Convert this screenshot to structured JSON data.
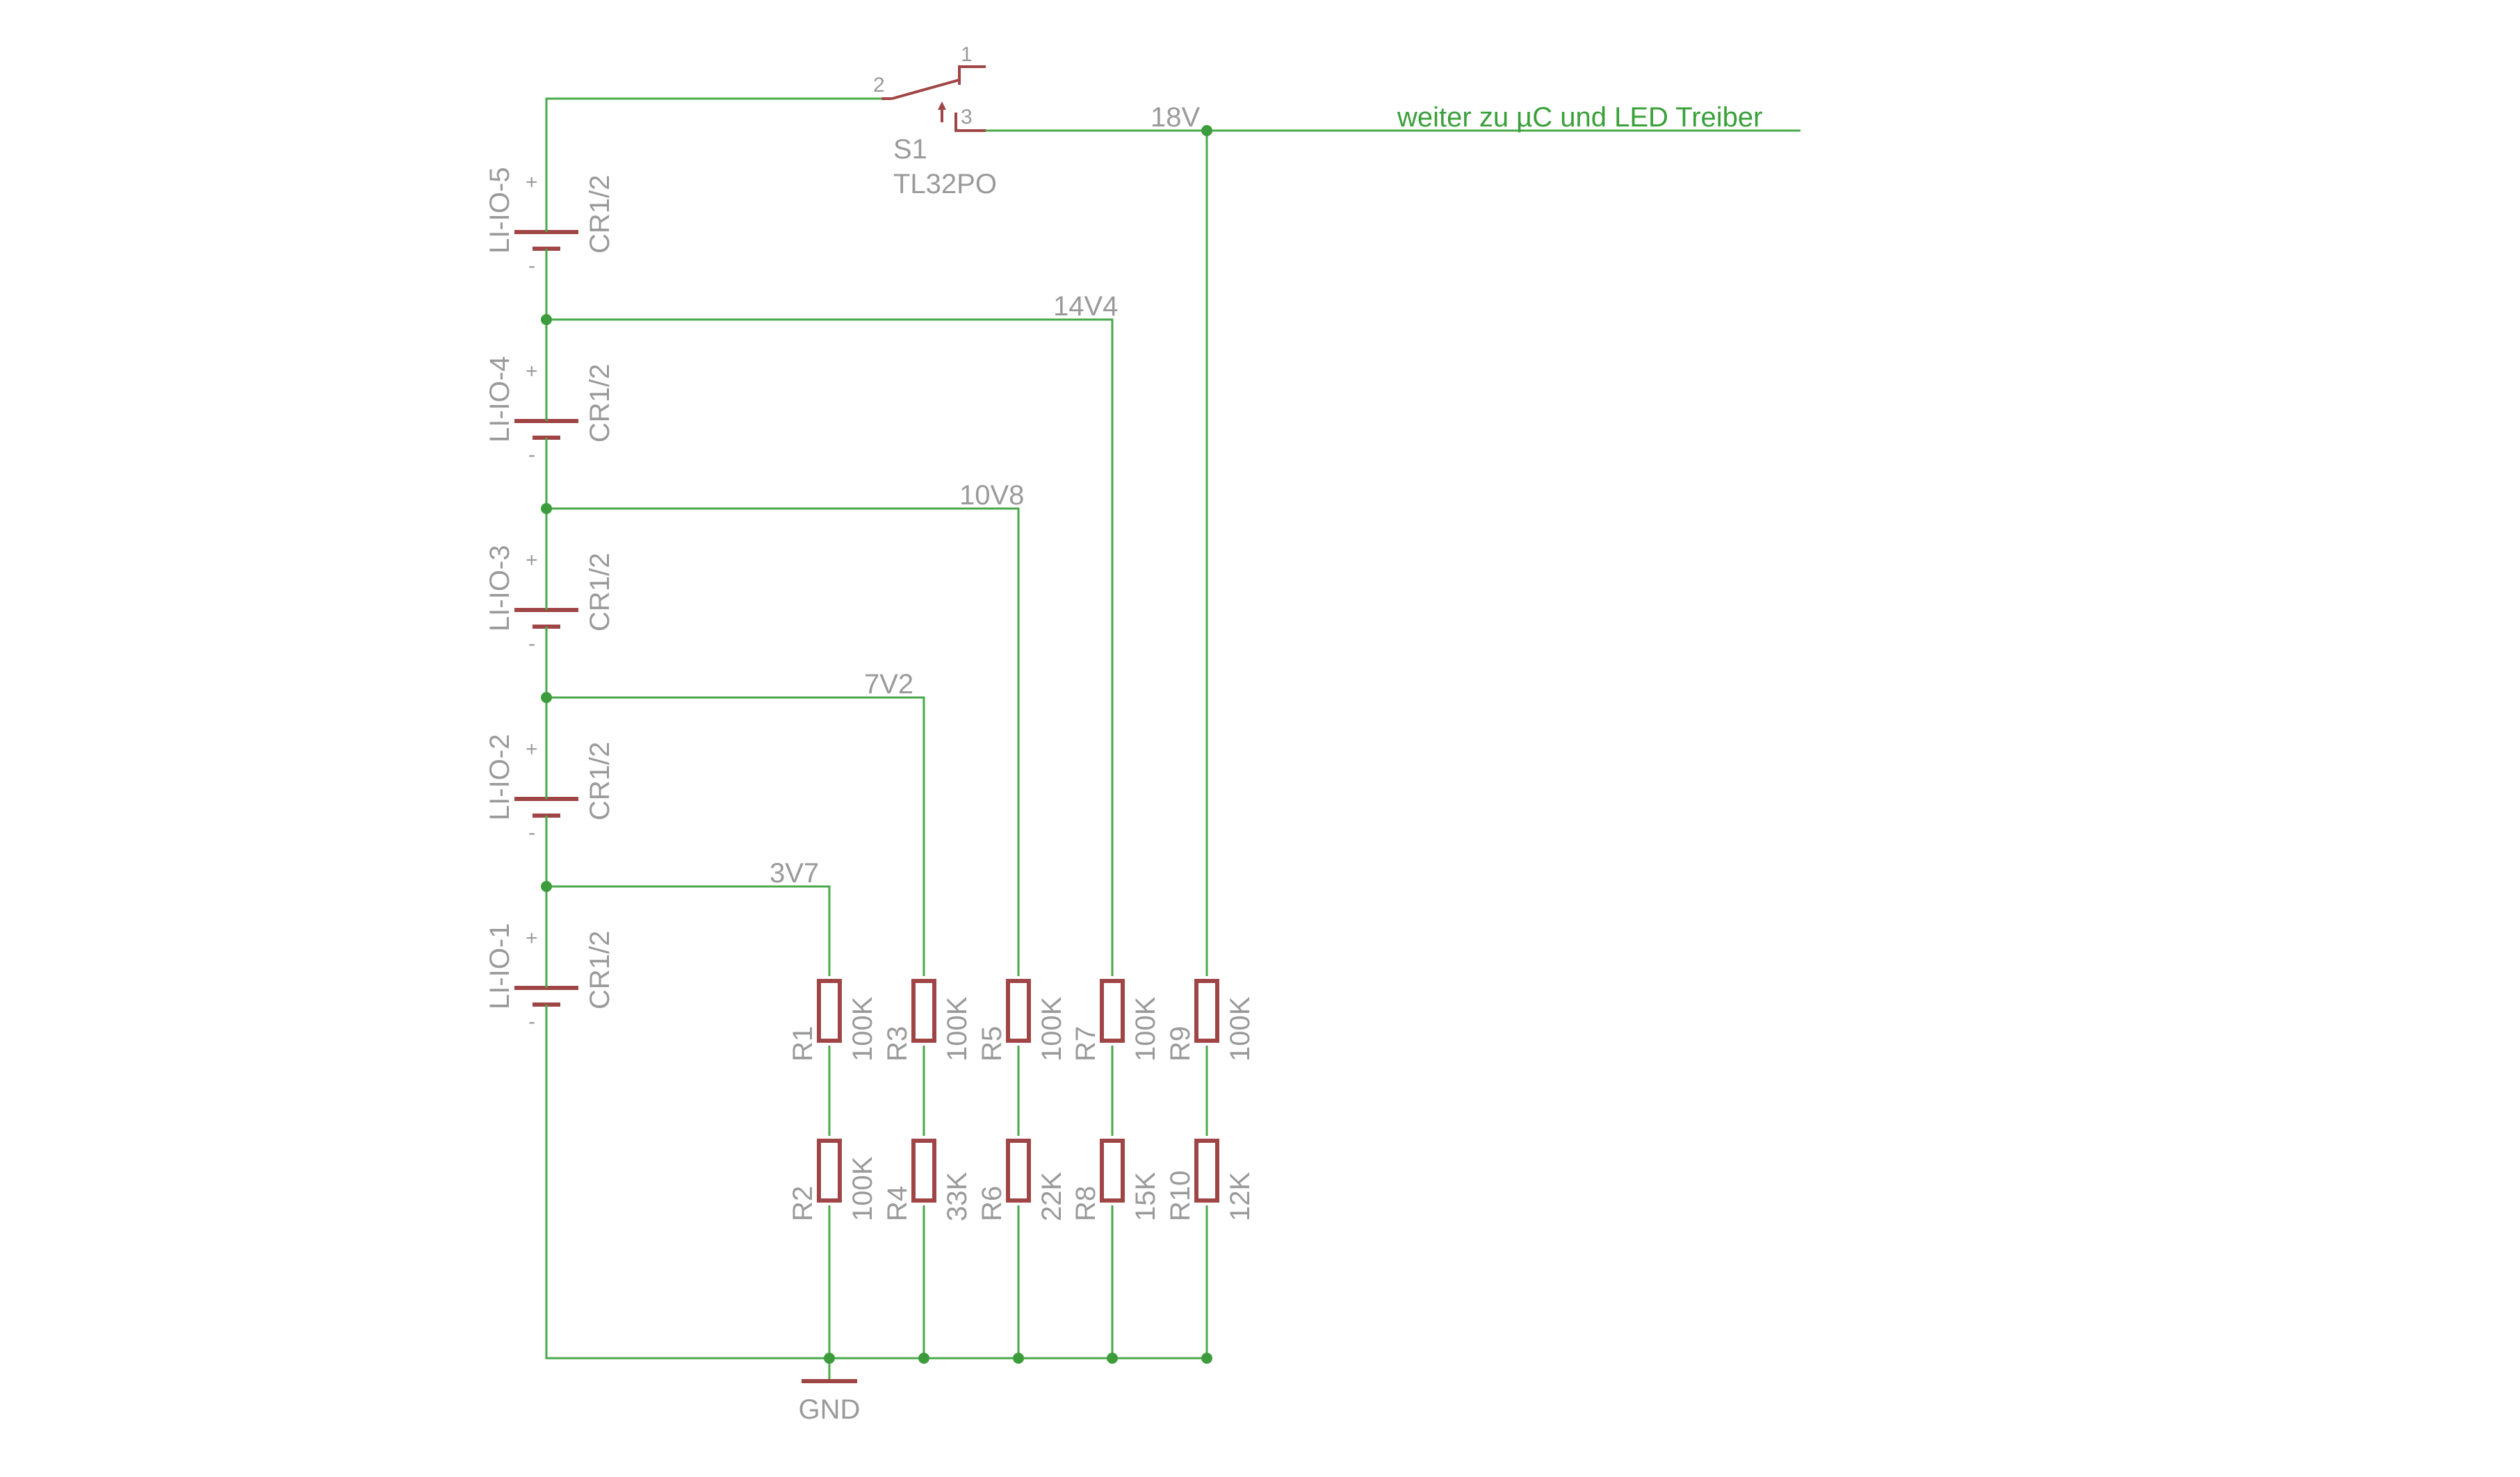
{
  "switch": {
    "name": "S1",
    "value": "TL32PO",
    "pins": [
      "1",
      "2",
      "3"
    ]
  },
  "nets": {
    "n18": "18V",
    "n14": "14V4",
    "n10": "10V8",
    "n7": "7V2",
    "n3": "3V7",
    "gnd": "GND"
  },
  "note": "weiter zu µC und LED Treiber",
  "cells": [
    {
      "name": "LI-IO-5",
      "value": "CR1/2",
      "plus": "+",
      "minus": "-"
    },
    {
      "name": "LI-IO-4",
      "value": "CR1/2",
      "plus": "+",
      "minus": "-"
    },
    {
      "name": "LI-IO-3",
      "value": "CR1/2",
      "plus": "+",
      "minus": "-"
    },
    {
      "name": "LI-IO-2",
      "value": "CR1/2",
      "plus": "+",
      "minus": "-"
    },
    {
      "name": "LI-IO-1",
      "value": "CR1/2",
      "plus": "+",
      "minus": "-"
    }
  ],
  "dividers": [
    {
      "top": {
        "name": "R1",
        "value": "100K"
      },
      "bottom": {
        "name": "R2",
        "value": "100K"
      }
    },
    {
      "top": {
        "name": "R3",
        "value": "100K"
      },
      "bottom": {
        "name": "R4",
        "value": "33K"
      }
    },
    {
      "top": {
        "name": "R5",
        "value": "100K"
      },
      "bottom": {
        "name": "R6",
        "value": "22K"
      }
    },
    {
      "top": {
        "name": "R7",
        "value": "100K"
      },
      "bottom": {
        "name": "R8",
        "value": "15K"
      }
    },
    {
      "top": {
        "name": "R9",
        "value": "100K"
      },
      "bottom": {
        "name": "R10",
        "value": "12K"
      }
    }
  ]
}
